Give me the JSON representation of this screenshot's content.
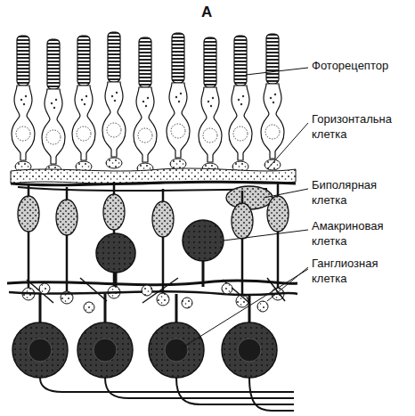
{
  "diagram": {
    "title": "A",
    "labels": [
      "Фоторецептор",
      "Горизонтальна клетка",
      "Биполярная клетка",
      "Амакриновая клетка",
      "Ганглиозная клетка"
    ]
  }
}
